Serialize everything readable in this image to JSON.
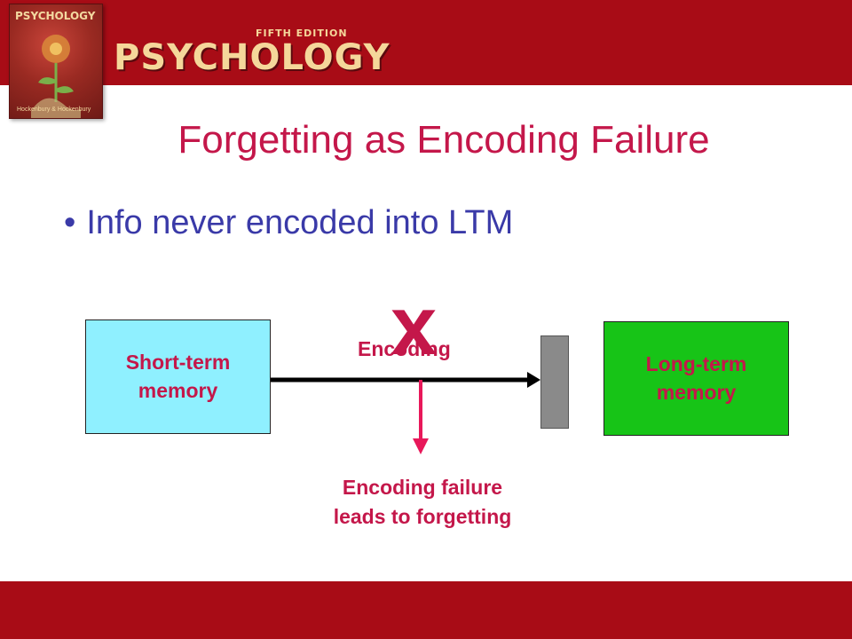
{
  "header": {
    "edition": "FIFTH EDITION",
    "brand": "PSYCHOLOGY",
    "cover_title": "PSYCHOLOGY",
    "cover_authors": "Hockenbury & Hockenbury"
  },
  "slide": {
    "title": "Forgetting as Encoding Failure",
    "bullet": "Info never encoded into LTM"
  },
  "diagram": {
    "short_term": [
      "Short-term",
      "memory"
    ],
    "long_term": [
      "Long-term",
      "memory"
    ],
    "encoding_label": "Encoding",
    "x_mark": "x",
    "failure": [
      "Encoding failure",
      "leads to forgetting"
    ]
  },
  "colors": {
    "band": "#a80c16",
    "accent": "#c4174a",
    "bullet": "#3a3aa8",
    "stm_fill": "#8ff0ff",
    "ltm_fill": "#17c417",
    "barrier": "#8a8a8a"
  }
}
